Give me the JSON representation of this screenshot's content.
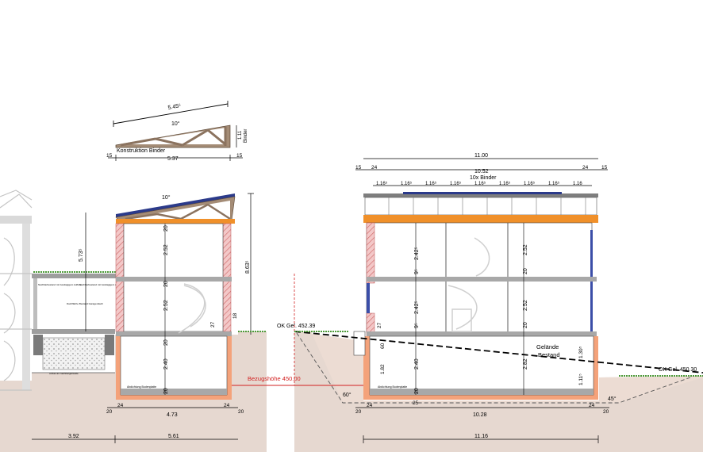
{
  "colors": {
    "ground": "#dccbc2",
    "ground_fill": "#e6d8d0",
    "timber": "#8b735f",
    "orange_beam": "#f0902a",
    "solar": "#2b3a8a",
    "wall_hatch": "#e2a0a0",
    "foundation": "#f4a27a",
    "slab": "#a8a8a8",
    "red_line": "#d22020",
    "grass": "#4e9a3a",
    "ghost": "#c4c4c4"
  },
  "binder_detail": {
    "length_sloped": "5.45⁵",
    "angle": "10°",
    "height": "1.11",
    "height_label": "Binder",
    "title": "Konstruktion Binder",
    "dim_left": "15",
    "dim_mid": "5.37",
    "dim_right": "15"
  },
  "section_left": {
    "roof_angle": "10°",
    "height_total": "8.63⁵",
    "neighbor_height": "5.73⁵",
    "floor_upper_slab": "20",
    "floor_upper_height": "2.52",
    "floor_mid_slab": "20",
    "floor_mid_height": "2.52",
    "basement_slab": "20",
    "basement_height": "2.40",
    "base_slab": "20",
    "step": "27",
    "step2": "18",
    "basement_label": "Abdichtung Bodenplatte",
    "neighbor_note1": "Nachbarbestand mit zweilagigem Aufbau",
    "neighbor_note2": "Nachbarbestand mit zweilagigem Aufbau",
    "neighbor_note3": "Dachfläche Bestand Garagendach",
    "neighbor_note4": "Anbau an Nachbargebäude",
    "dim_bottom_20a": "20",
    "dim_bottom_24a": "24",
    "dim_bottom_inner": "4.73",
    "dim_bottom_24b": "24",
    "dim_bottom_20b": "20",
    "dim_total_left": "3.92",
    "dim_total_right": "5.61",
    "ok_label": "OK Gel. 452.39",
    "bezug_label": "Bezugshöhe 450.00"
  },
  "section_right": {
    "dim_total": "11.00",
    "dim_15a": "15",
    "dim_24a": "24",
    "dim_inner": "10.52",
    "dim_24b": "24",
    "dim_15b": "15",
    "binder_count": "10x Binder",
    "binder_spacing": [
      "1.16⁵",
      "1.16⁵",
      "1.16⁵",
      "1.16⁵",
      "1.16⁵",
      "1.16⁵",
      "1.16⁵",
      "1.16⁵",
      "1.16"
    ],
    "upper_height_a": "2.42⁵",
    "upper_height_b": "2.52",
    "mid_slab_a": "9⁵",
    "mid_slab_b": "20",
    "mid_height_a": "2.42⁵",
    "mid_height_b": "2.52",
    "lower_slab_a": "9⁵",
    "lower_slab_b": "20",
    "basement_height_a": "2.40",
    "basement_height_b": "2.82",
    "dim_182": "1.82",
    "dim_60": "60",
    "dim_27": "27",
    "dim_130": "1.30⁵",
    "dim_111": "1.11⁵",
    "slab_20": "20",
    "slab_25": "25",
    "gelande": "Gelände",
    "bestand": "Bestand",
    "basement_label": "Abdichtung Bodenplatte",
    "angle_left": "60°",
    "angle_right": "45°",
    "ok_label": "OK Gel. 450.30",
    "dim_bottom_20a": "20",
    "dim_bottom_24a": "24",
    "dim_bottom_inner": "10.28",
    "dim_bottom_24b": "24",
    "dim_bottom_20b": "20",
    "dim_total_bottom": "11.16"
  }
}
